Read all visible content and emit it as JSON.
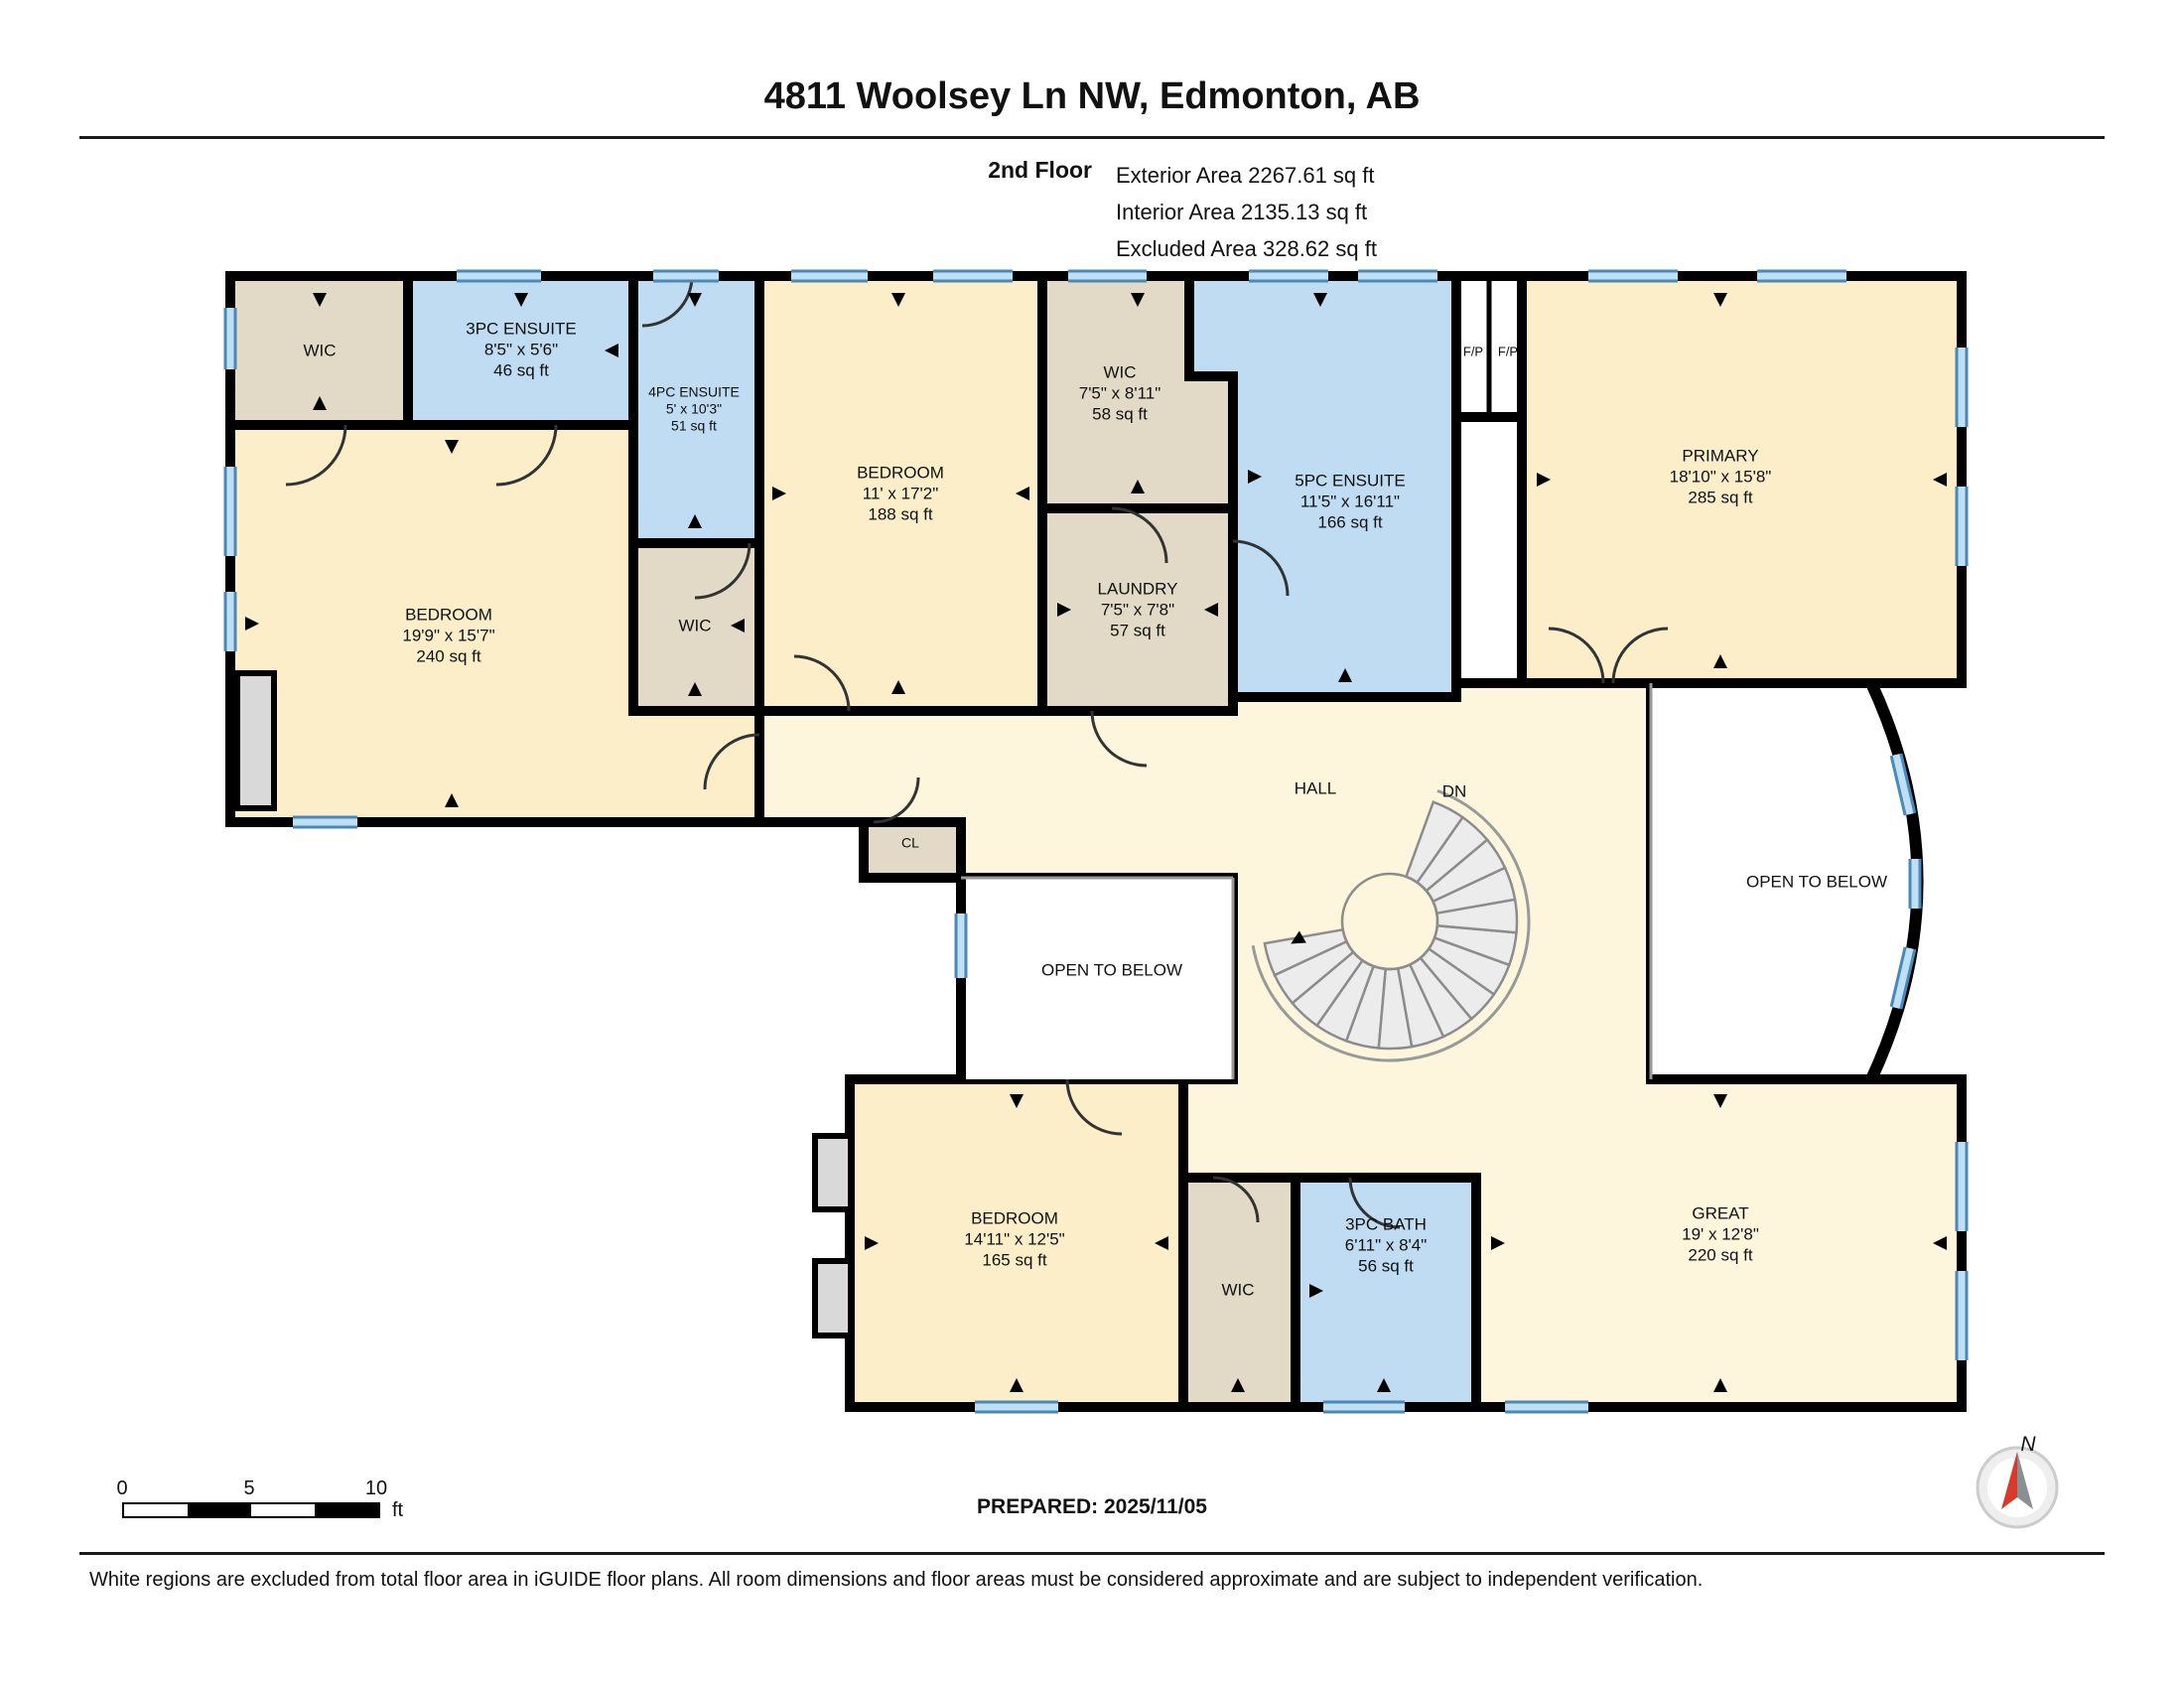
{
  "header": {
    "address": "4811 Woolsey Ln NW, Edmonton, AB",
    "floor_label": "2nd Floor",
    "area_lines": [
      "Exterior Area 2267.61 sq ft",
      "Interior Area 2135.13 sq ft",
      "Excluded Area 328.62 sq ft"
    ]
  },
  "rooms": {
    "wic_top_left": {
      "name": "WIC"
    },
    "ensuite_3pc": {
      "name": "3PC ENSUITE",
      "dims": "8'5\" x 5'6\"",
      "area": "46 sq ft"
    },
    "ensuite_4pc": {
      "name": "4PC ENSUITE",
      "dims": "5' x 10'3\"",
      "area": "51 sq ft"
    },
    "bedroom_top": {
      "name": "BEDROOM",
      "dims": "11' x 17'2\"",
      "area": "188 sq ft"
    },
    "wic_upper": {
      "name": "WIC",
      "dims": "7'5\" x 8'11\"",
      "area": "58 sq ft"
    },
    "ensuite_5pc": {
      "name": "5PC ENSUITE",
      "dims": "11'5\" x 16'11\"",
      "area": "166 sq ft"
    },
    "fireplace": {
      "name": "F/P"
    },
    "primary": {
      "name": "PRIMARY",
      "dims": "18'10\" x 15'8\"",
      "area": "285 sq ft"
    },
    "bedroom_left": {
      "name": "BEDROOM",
      "dims": "19'9\" x 15'7\"",
      "area": "240 sq ft"
    },
    "wic_middle": {
      "name": "WIC"
    },
    "laundry": {
      "name": "LAUNDRY",
      "dims": "7'5\" x 7'8\"",
      "area": "57 sq ft"
    },
    "hall": {
      "name": "HALL"
    },
    "stairs": {
      "name": "DN"
    },
    "closet": {
      "name": "CL"
    },
    "open_below_left": {
      "name": "OPEN TO BELOW"
    },
    "open_below_right": {
      "name": "OPEN TO BELOW"
    },
    "bedroom_bottom": {
      "name": "BEDROOM",
      "dims": "14'11\" x 12'5\"",
      "area": "165 sq ft"
    },
    "wic_bottom": {
      "name": "WIC"
    },
    "bath_3pc": {
      "name": "3PC BATH",
      "dims": "6'11\" x 8'4\"",
      "area": "56 sq ft"
    },
    "great": {
      "name": "GREAT",
      "dims": "19' x 12'8\"",
      "area": "220 sq ft"
    }
  },
  "footer": {
    "scale_ticks": [
      "0",
      "5",
      "10"
    ],
    "scale_unit": "ft",
    "prepared": "PREPARED: 2025/11/05",
    "compass_label": "N",
    "disclaimer": "White regions are excluded from total floor area in iGUIDE floor plans. All room dimensions and floor areas must be considered approximate and are subject to independent verification."
  },
  "colors": {
    "wall": "#000000",
    "room_fill": "#fbeec9",
    "hall_fill": "#fdf6dd",
    "wet_room_fill": "#bfdcf2",
    "closet_fill": "#e2d9c6",
    "window": "#bfe0f4",
    "window_frame": "#4a88b8",
    "excluded_fill": "#ffffff",
    "stairs_fill": "#ececec"
  }
}
